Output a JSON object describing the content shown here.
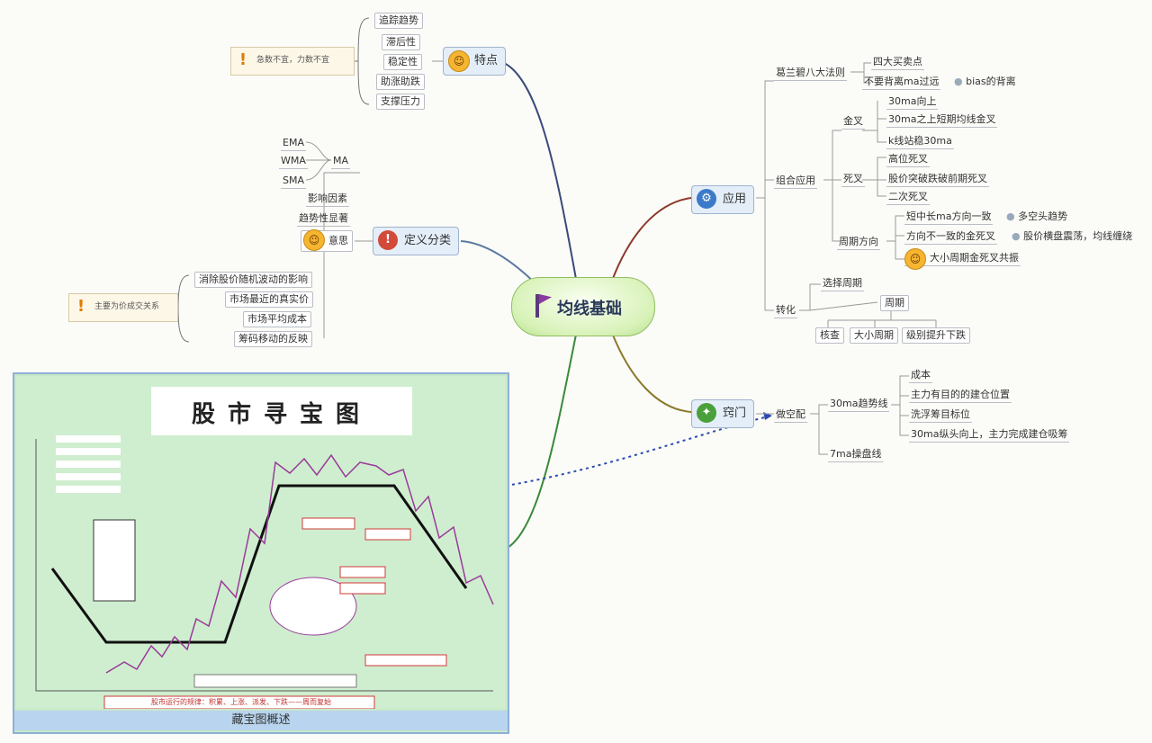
{
  "center": {
    "label": "均线基础"
  },
  "features": {
    "label": "特点",
    "items": [
      "追踪趋势",
      "滞后性",
      "稳定性",
      "助涨助跌",
      "支撑压力"
    ],
    "note": "急数不宜，力数不宜"
  },
  "definition": {
    "label": "定义分类",
    "ma_label": "MA",
    "ma_types": [
      "EMA",
      "WMA",
      "SMA"
    ],
    "upper_items": [
      "影响因素",
      "趋势性显著"
    ],
    "meaning_label": "意思",
    "lower_items": [
      "消除股价随机波动的影响",
      "市场最近的真实价",
      "市场平均成本",
      "筹码移动的反映"
    ],
    "note": "主要为价成交关系"
  },
  "application": {
    "label": "应用",
    "granville": {
      "label": "葛兰碧八大法则",
      "items": [
        "四大买卖点",
        "不要背离ma过远"
      ],
      "bias": "bias的背离"
    },
    "combo": {
      "label": "组合应用",
      "golden": {
        "label": "金叉",
        "items": [
          "30ma向上",
          "30ma之上短期均线金叉",
          "k线站稳30ma"
        ]
      },
      "dead": {
        "label": "死叉",
        "items": [
          "高位死叉",
          "股价突破跌破前期死叉",
          "二次死叉"
        ]
      },
      "arrange": {
        "label": "周期方向",
        "items": [
          "短中长ma方向一致",
          "方向不一致的金死叉",
          "大小周期金死叉共振"
        ],
        "extra": [
          "多空头趋势",
          "股价横盘震荡，均线缠绕"
        ]
      }
    },
    "conversion": {
      "label": "转化",
      "top": "选择周期",
      "middle": "周期",
      "bottom": [
        "核查",
        "大小周期",
        "级别提升下跌"
      ]
    }
  },
  "gate": {
    "label": "窍门",
    "node": "做空配",
    "ma30_label": "30ma趋势线",
    "ma30_items": [
      "成本",
      "主力有目的的建仓位置",
      "洗浮筹目标位",
      "30ma纵头向上，主力完成建仓吸筹"
    ],
    "ma7_label": "7ma操盘线"
  },
  "panel": {
    "title": "股市寻宝图",
    "caption": "藏宝图概述",
    "footer": "股市运行的规律：积累、上涨、派发、下跌——周而复始"
  }
}
